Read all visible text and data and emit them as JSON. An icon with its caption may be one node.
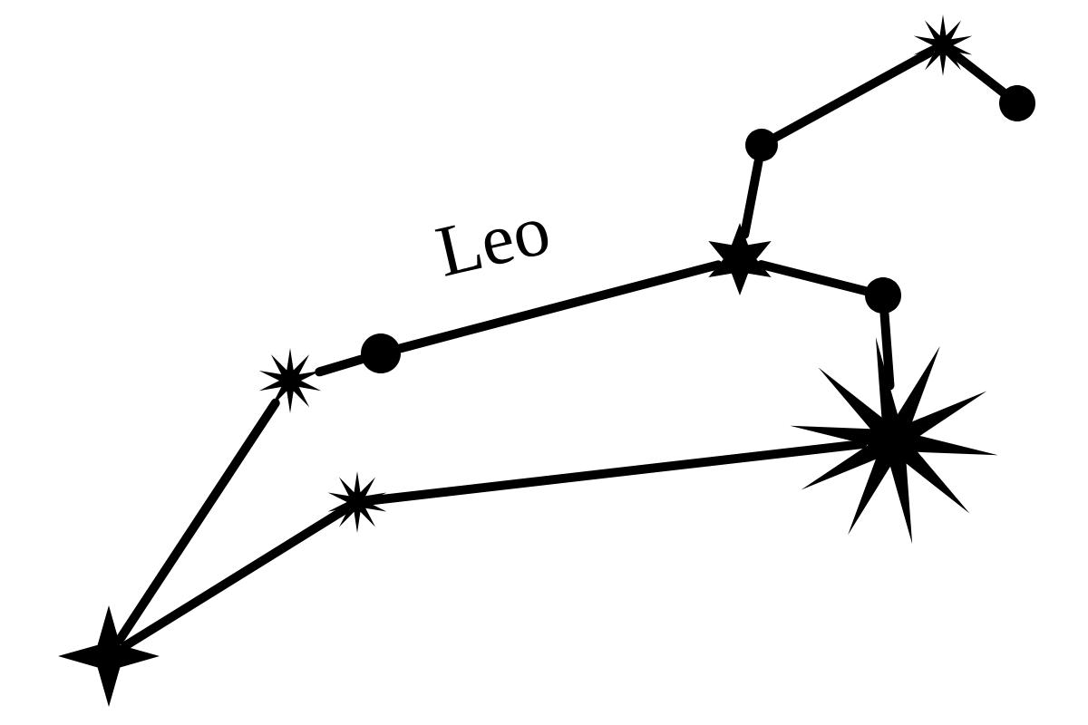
{
  "diagram": {
    "nodes": [
      {
        "text": [],
        "shape": "star"
      },
      {
        "text": [],
        "shape": "star"
      },
      {
        "text": [],
        "shape": "circle"
      },
      {
        "text": [],
        "shape": "star"
      },
      {
        "text": [],
        "shape": "circle"
      },
      {
        "text": [],
        "shape": "star"
      },
      {
        "text": [],
        "shape": "circle"
      },
      {
        "text": [],
        "shape": "circle"
      },
      {
        "text": [],
        "shape": "star"
      },
      {
        "text": [],
        "shape": "star"
      }
    ],
    "edges": [
      {
        "from": 0,
        "to": 1,
        "arrow": "none"
      },
      {
        "from": 1,
        "to": 2,
        "arrow": "none"
      },
      {
        "from": 2,
        "to": 3,
        "arrow": "none"
      },
      {
        "from": 3,
        "to": 4,
        "arrow": "none"
      },
      {
        "from": 4,
        "to": 5,
        "arrow": "none"
      },
      {
        "from": 5,
        "to": 6,
        "arrow": "none"
      },
      {
        "from": 3,
        "to": 7,
        "arrow": "none"
      },
      {
        "from": 7,
        "to": 8,
        "arrow": "none"
      },
      {
        "from": 8,
        "to": 9,
        "arrow": "none"
      },
      {
        "from": 9,
        "to": 0,
        "arrow": "none"
      }
    ],
    "labels": [
      "Leo"
    ]
  }
}
